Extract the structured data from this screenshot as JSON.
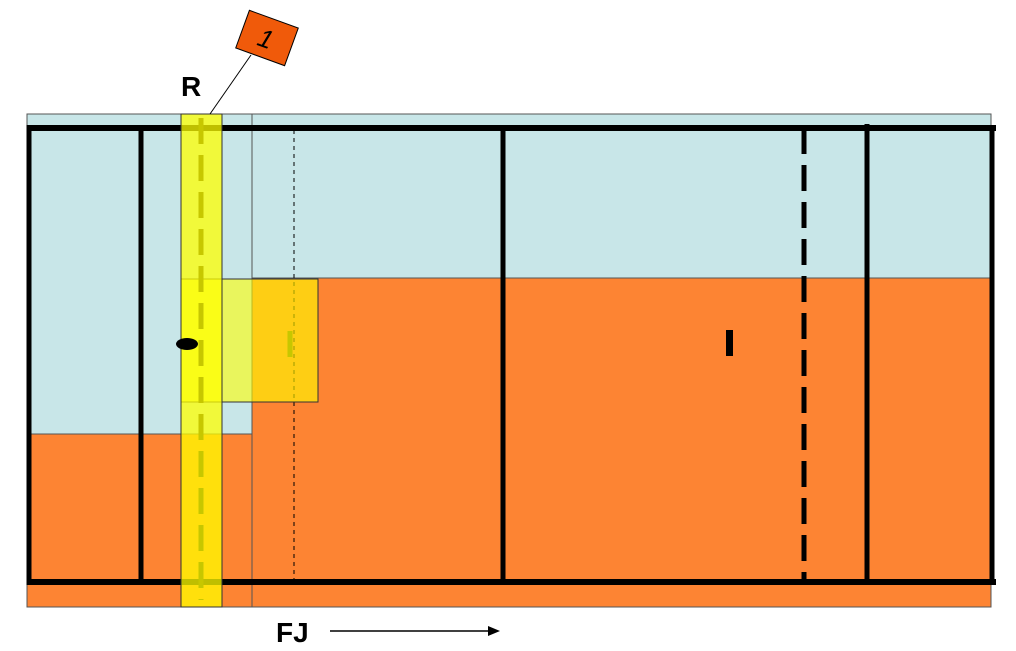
{
  "labels": {
    "badge_number": "1",
    "r_label": "R",
    "fj_label": "FJ"
  },
  "colors": {
    "light_blue": "#c8e6e8",
    "orange": "#fd8433",
    "yellow": "#ffff00",
    "badge_fill": "#f05a0a",
    "line": "#000000"
  },
  "icons": {
    "badge": "tag-badge-icon",
    "arrow": "arrow-right-icon"
  }
}
